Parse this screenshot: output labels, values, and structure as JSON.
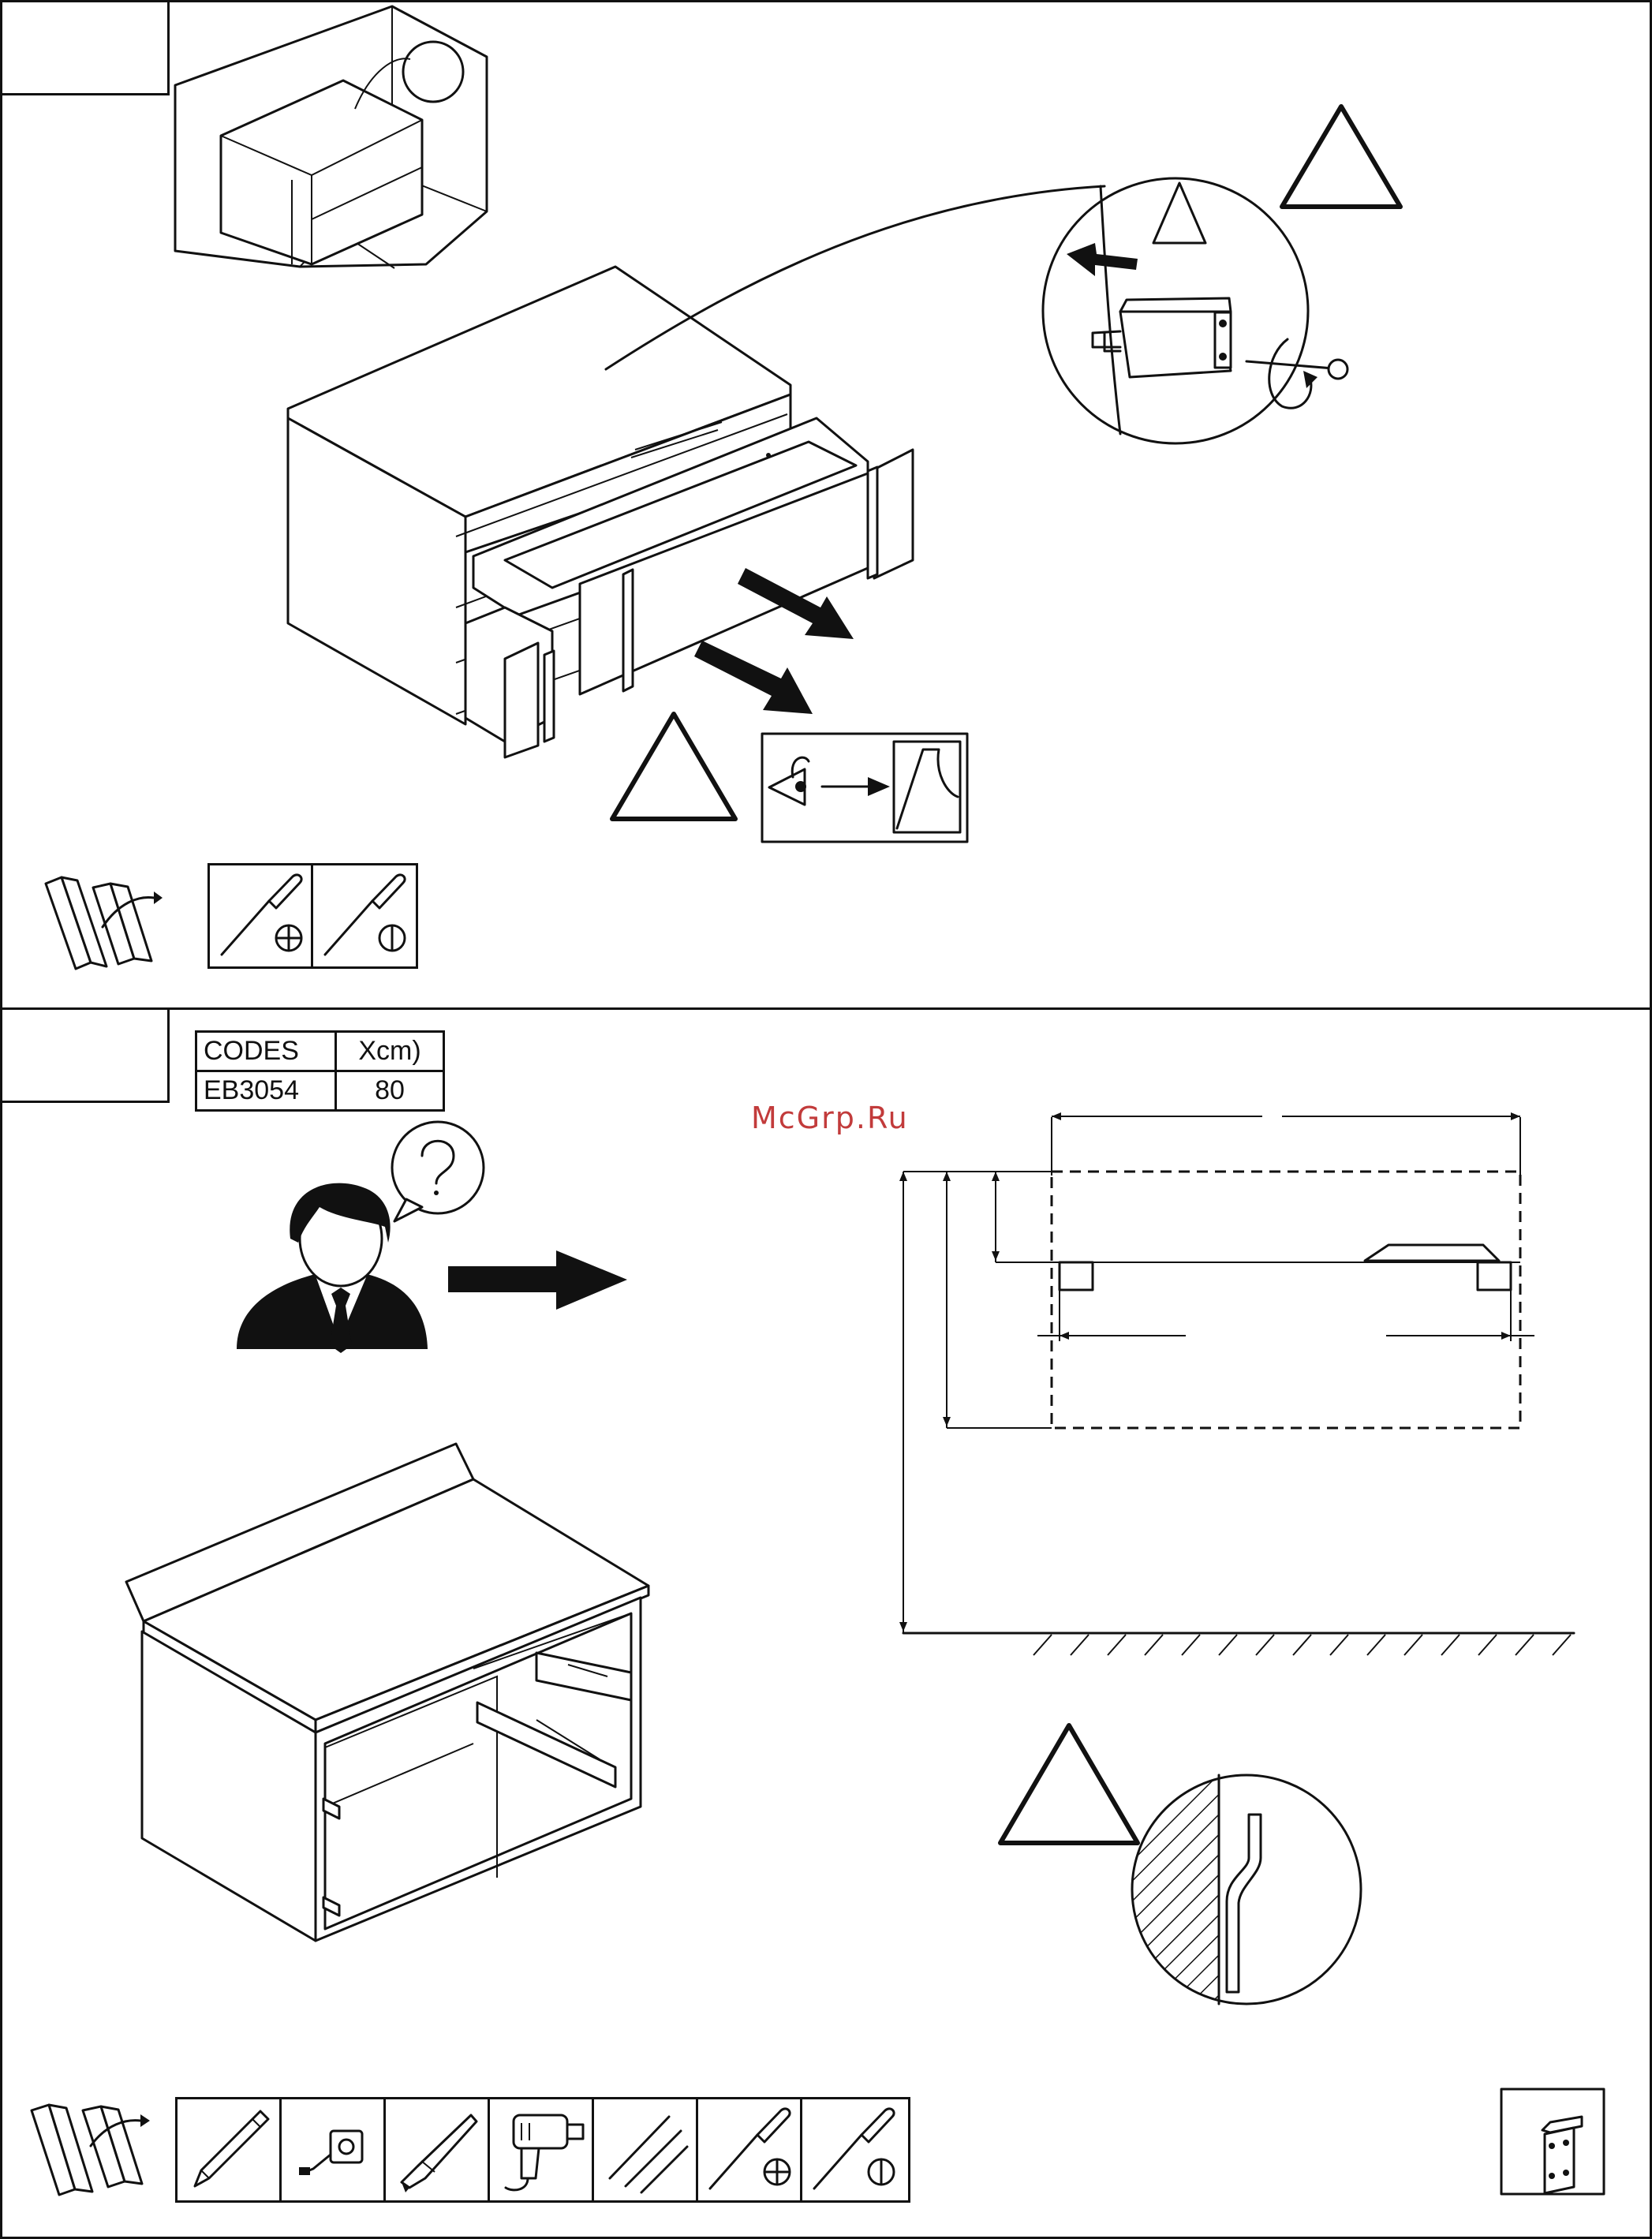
{
  "page": {
    "watermark": "McGrp.Ru"
  },
  "step1": {
    "tools": [
      "phillips-screwdriver-icon",
      "flat-screwdriver-icon"
    ]
  },
  "step2": {
    "codes_table": {
      "headers": [
        "CODES",
        "Xcm)"
      ],
      "rows": [
        [
          "EB3054",
          "80"
        ]
      ]
    },
    "tools": [
      "pencil-icon",
      "tape-measure-icon",
      "utility-knife-icon",
      "drill-icon",
      "drill-bits-icon",
      "phillips-screwdriver-icon",
      "flat-screwdriver-icon"
    ]
  }
}
